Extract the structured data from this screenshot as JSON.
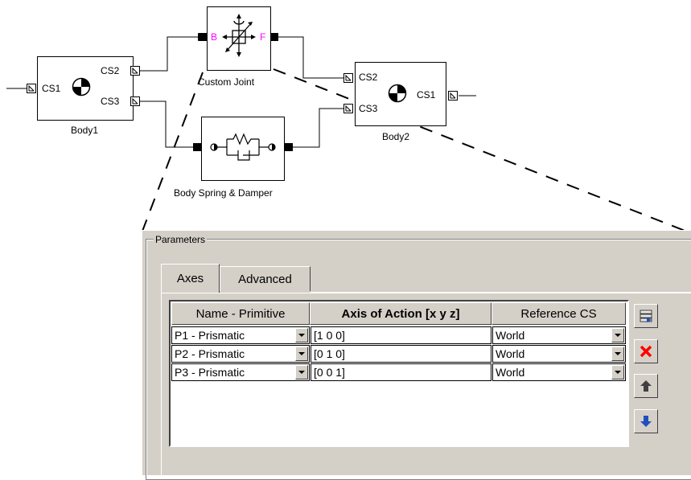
{
  "diagram": {
    "body1": {
      "name": "Body1",
      "ports": {
        "cs1": "CS1",
        "cs2": "CS2",
        "cs3": "CS3"
      }
    },
    "body2": {
      "name": "Body2",
      "ports": {
        "cs1": "CS1",
        "cs2": "CS2",
        "cs3": "CS3"
      }
    },
    "custom_joint": {
      "name": "Custom Joint",
      "port_b": "B",
      "port_f": "F",
      "port_color": "#ff00ff"
    },
    "spring_damper": {
      "name": "Body Spring & Damper"
    }
  },
  "dialog": {
    "group_title": "Parameters",
    "tabs": [
      {
        "label": "Axes",
        "active": true
      },
      {
        "label": "Advanced",
        "active": false
      }
    ],
    "table": {
      "headers": [
        "Name - Primitive",
        "Axis of Action [x y z]",
        "Reference CS"
      ],
      "rows": [
        {
          "primitive": "P1 - Prismatic",
          "axis": "[1 0 0]",
          "ref": "World"
        },
        {
          "primitive": "P2 - Prismatic",
          "axis": "[0 1 0]",
          "ref": "World"
        },
        {
          "primitive": "P3 - Prismatic",
          "axis": "[0 0 1]",
          "ref": "World"
        }
      ]
    },
    "side_buttons": [
      {
        "icon": "add-row-icon"
      },
      {
        "icon": "delete-icon",
        "color": "#ff0000"
      },
      {
        "icon": "move-up-icon",
        "color": "#404040"
      },
      {
        "icon": "move-down-icon",
        "color": "#1f4fbf"
      }
    ]
  }
}
